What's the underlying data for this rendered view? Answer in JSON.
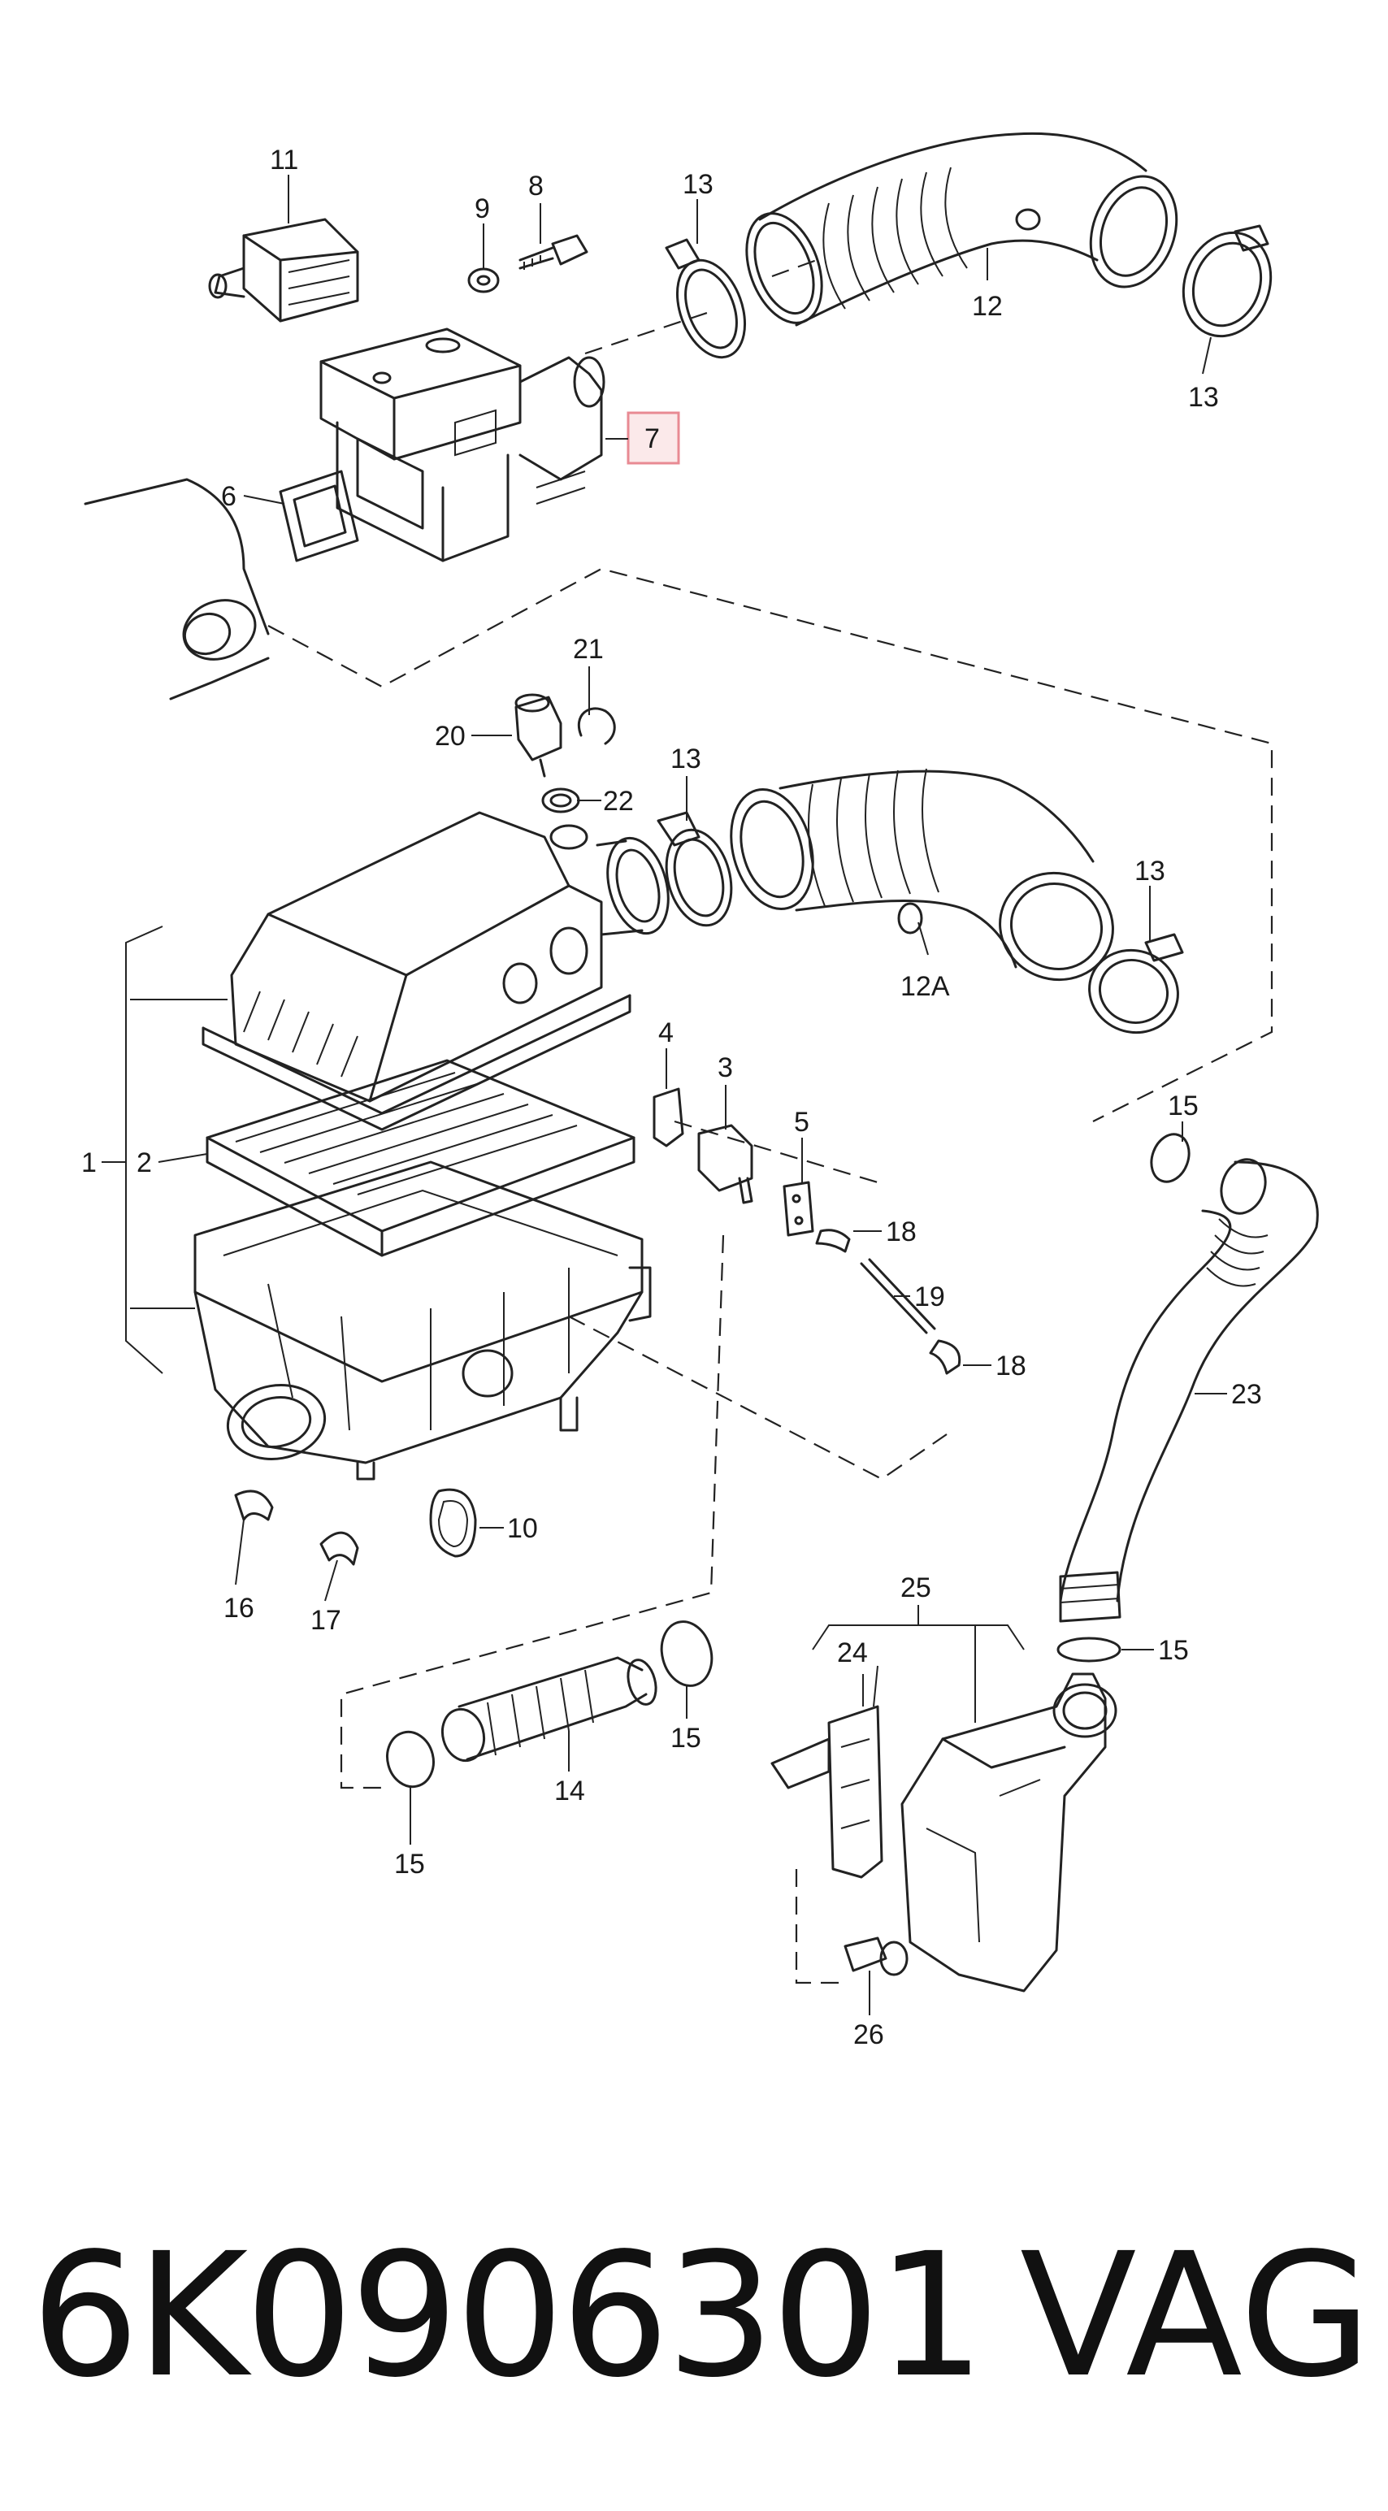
{
  "callouts": {
    "n1": "1",
    "n2": "2",
    "n3": "3",
    "n4": "4",
    "n5": "5",
    "n6": "6",
    "n7": "7",
    "n8": "8",
    "n9": "9",
    "n10": "10",
    "n11": "11",
    "n12": "12",
    "n12a": "12A",
    "n13a": "13",
    "n13b": "13",
    "n13c": "13",
    "n13d": "13",
    "n14": "14",
    "n15a": "15",
    "n15b": "15",
    "n15c": "15",
    "n15d": "15",
    "n16": "16",
    "n17": "17",
    "n18a": "18",
    "n18b": "18",
    "n19": "19",
    "n20": "20",
    "n21": "21",
    "n22": "22",
    "n23": "23",
    "n24": "24",
    "n25": "25",
    "n26": "26"
  },
  "highlight_color": "#e88a93",
  "footer": {
    "part_number": "6K0906301",
    "brand": "VAG"
  }
}
